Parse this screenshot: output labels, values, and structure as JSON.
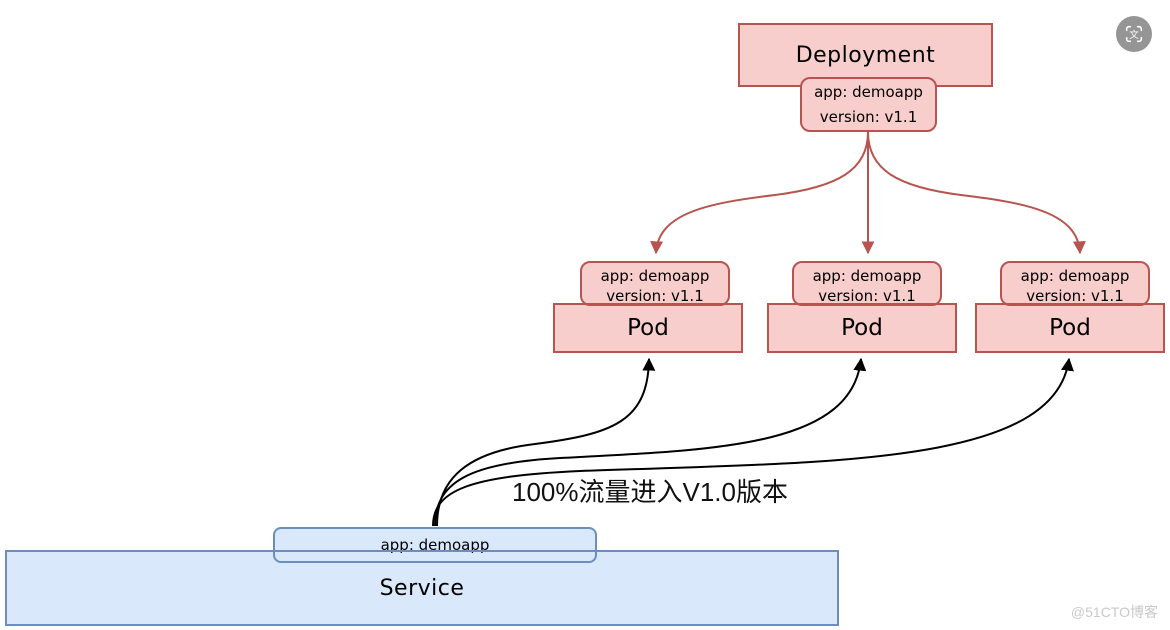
{
  "deployment": {
    "title": "Deployment",
    "selector_line1": "app: demoapp",
    "selector_line2": "version: v1.1"
  },
  "pods": [
    {
      "title": "Pod",
      "selector_line1": "app: demoapp",
      "selector_line2": "version: v1.1"
    },
    {
      "title": "Pod",
      "selector_line1": "app: demoapp",
      "selector_line2": "version: v1.1"
    },
    {
      "title": "Pod",
      "selector_line1": "app: demoapp",
      "selector_line2": "version: v1.1"
    }
  ],
  "service": {
    "title": "Service",
    "selector": "app: demoapp"
  },
  "annotation": "100%流量进入V1.0版本",
  "watermark": "@51CTO博客",
  "ocr_icon_glyph": "文",
  "colors": {
    "pod_fill": "#f8cecc",
    "pod_border": "#b85450",
    "service_fill": "#dae8fc",
    "service_border": "#6c8ebf",
    "deployment_arrow": "#b85450",
    "service_arrow": "#000000"
  }
}
